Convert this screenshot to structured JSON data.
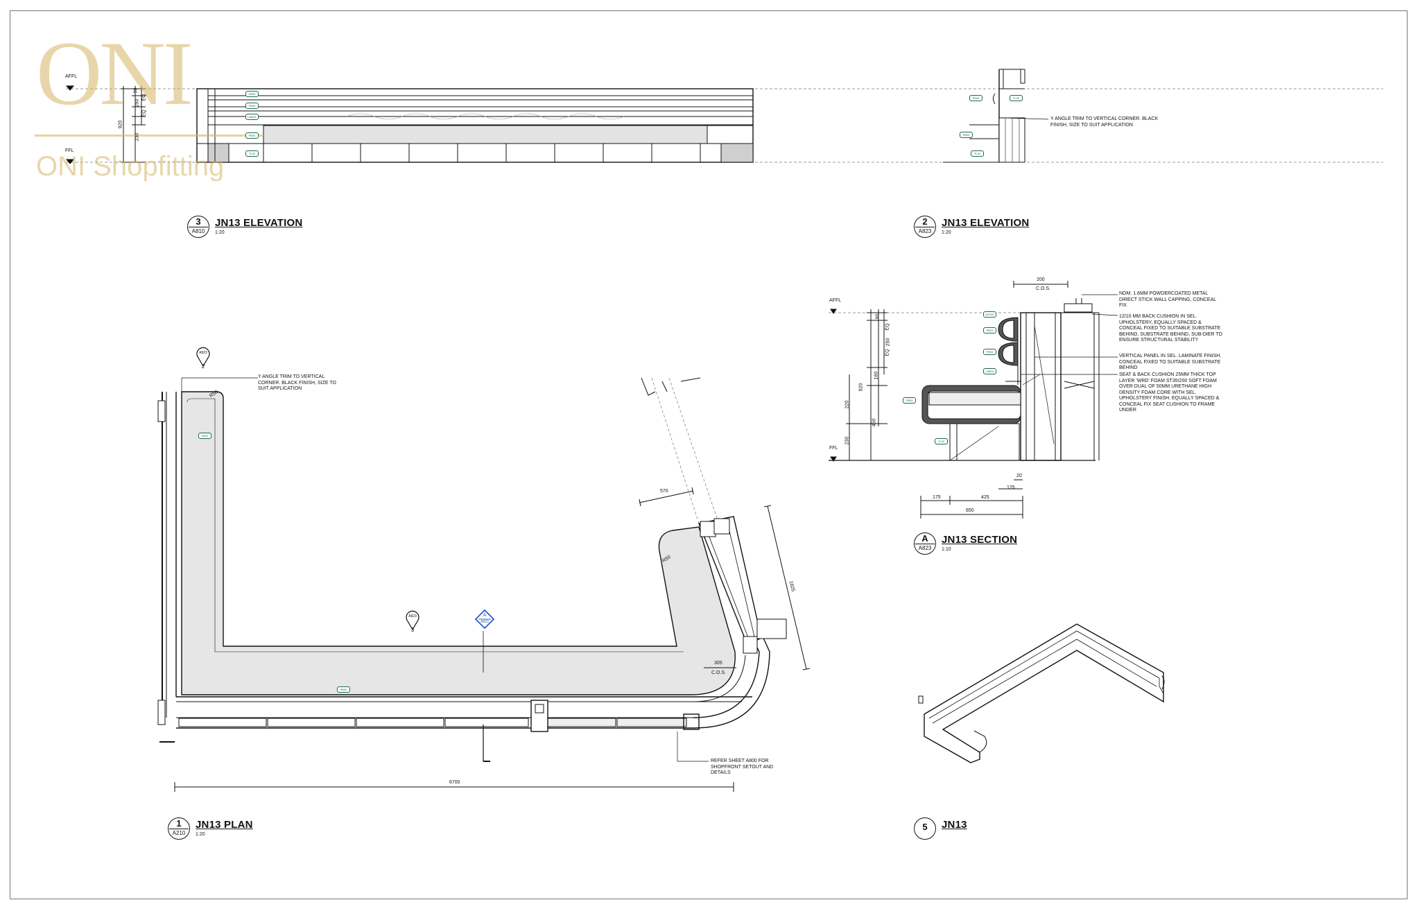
{
  "logo": {
    "mark": "ONI",
    "name": "ONI Shopfitting"
  },
  "views": {
    "elev3": {
      "number": "3",
      "ref": "A810",
      "title": "JN13 ELEVATION",
      "scale": "1:20"
    },
    "elev2": {
      "number": "2",
      "ref": "A823",
      "title": "JN13 ELEVATION",
      "scale": "1:20"
    },
    "section": {
      "number": "A",
      "ref": "A823",
      "title": "JN13 SECTION",
      "scale": "1:10"
    },
    "plan": {
      "number": "1",
      "ref": "A210",
      "title": "JN13 PLAN",
      "scale": "1:20"
    },
    "iso": {
      "number": "5",
      "title": "JN13"
    }
  },
  "notes": {
    "elev2_trim": "Y ANGLE TRIM TO VERTICAL CORNER. BLACK FINISH, SIZE TO SUIT APPLICATION",
    "plan_trim": "Y ANGLE TRIM TO VERTICAL CORNER. BLACK FINISH, SIZE TO SUIT APPLICATION",
    "plan_refer": "REFER SHEET A800 FOR SHOPFRONT SETOUT AND DETAILS",
    "sec_capping": "NOM. 1.6mm POWDERCOATED METAL DIRECT STICK WALL CAPPING, CONCEAL FIX",
    "sec_back": "12/10 mm BACK CUSHION IN SEL. UPHOLSTERY, EQUALLY SPACED & CONCEAL FIXED TO SUITABLE SUBSTRATE BEHIND. SUBSTRATE BEHIND, SUB-DIER TO ENSURE STRUCTURAL STABILITY",
    "sec_panel": "VERTICAL PANEL IN SEL. LAMINATE FINISH, CONCEAL FIXED TO SUITABLE SUBSTRATE BEHIND",
    "sec_seat": "SEAT & BACK CUSHION 25mm THICK TOP LAYER 'WRD' FOAM ST35/200 SOFT FOAM OVER DUAL OF 50MM URETHANE HIGH DENSITY FOAM CORE WITH SEL. UPHOLSTERY FINISH. EQUALLY SPACED & CONCEAL FIX SEAT CUSHION TO FRAME UNDER"
  },
  "levels": {
    "afl": "AFFL",
    "ffl": "FFL"
  },
  "dims": {
    "plan_overall": "6700",
    "plan_side": "1825",
    "plan_top": "570",
    "plan_cos": "305",
    "plan_cos_label": "C.O.S.",
    "plan_r1": "R50",
    "plan_r2": "R50",
    "sec_top": "200",
    "sec_top_label": "C.O.S.",
    "sec_d1": "175",
    "sec_d2": "425",
    "sec_d3": "125",
    "sec_d4": "20",
    "sec_total": "650",
    "sec_v1": "90",
    "sec_v2": "250",
    "sec_v3": "EQ",
    "sec_v4": "EQ",
    "sec_v5": "160",
    "sec_v6": "920",
    "sec_v7": "220",
    "sec_v8": "450",
    "sec_v9": "230",
    "elev_v1": "90",
    "elev_v2": "250",
    "elev_v3": "EQ",
    "elev_v4": "EQ",
    "elev_v5": "230",
    "elev_total": "920"
  },
  "markers": {
    "m_a823": "A823",
    "m_a823_n": "2",
    "m_a823b": "A823",
    "m_a823b_n": "3",
    "m_sec": "A",
    "m_sec_ref": "A823"
  },
  "tags": {
    "t_pb03": "PB03",
    "t_pb03b": "PB03",
    "t_lam": "LAM01",
    "t_pb02": "PB02",
    "t_tl02": "TL02",
    "t_e2a": "PB03",
    "t_e2b": "TL02",
    "t_e2c": "PB03",
    "t_e2d": "TL02",
    "t_s1": "UPH01",
    "t_s2": "PB03",
    "t_s3": "PB03",
    "t_s4": "LAM01",
    "t_s5": "PB03",
    "t_s6": "TL02",
    "t_p1": "PB03",
    "t_p2": "PB03"
  },
  "colors": {
    "accent_tag": "#1d6b47",
    "logo": "#d5b464",
    "marker_blue": "#2b5fc2"
  }
}
